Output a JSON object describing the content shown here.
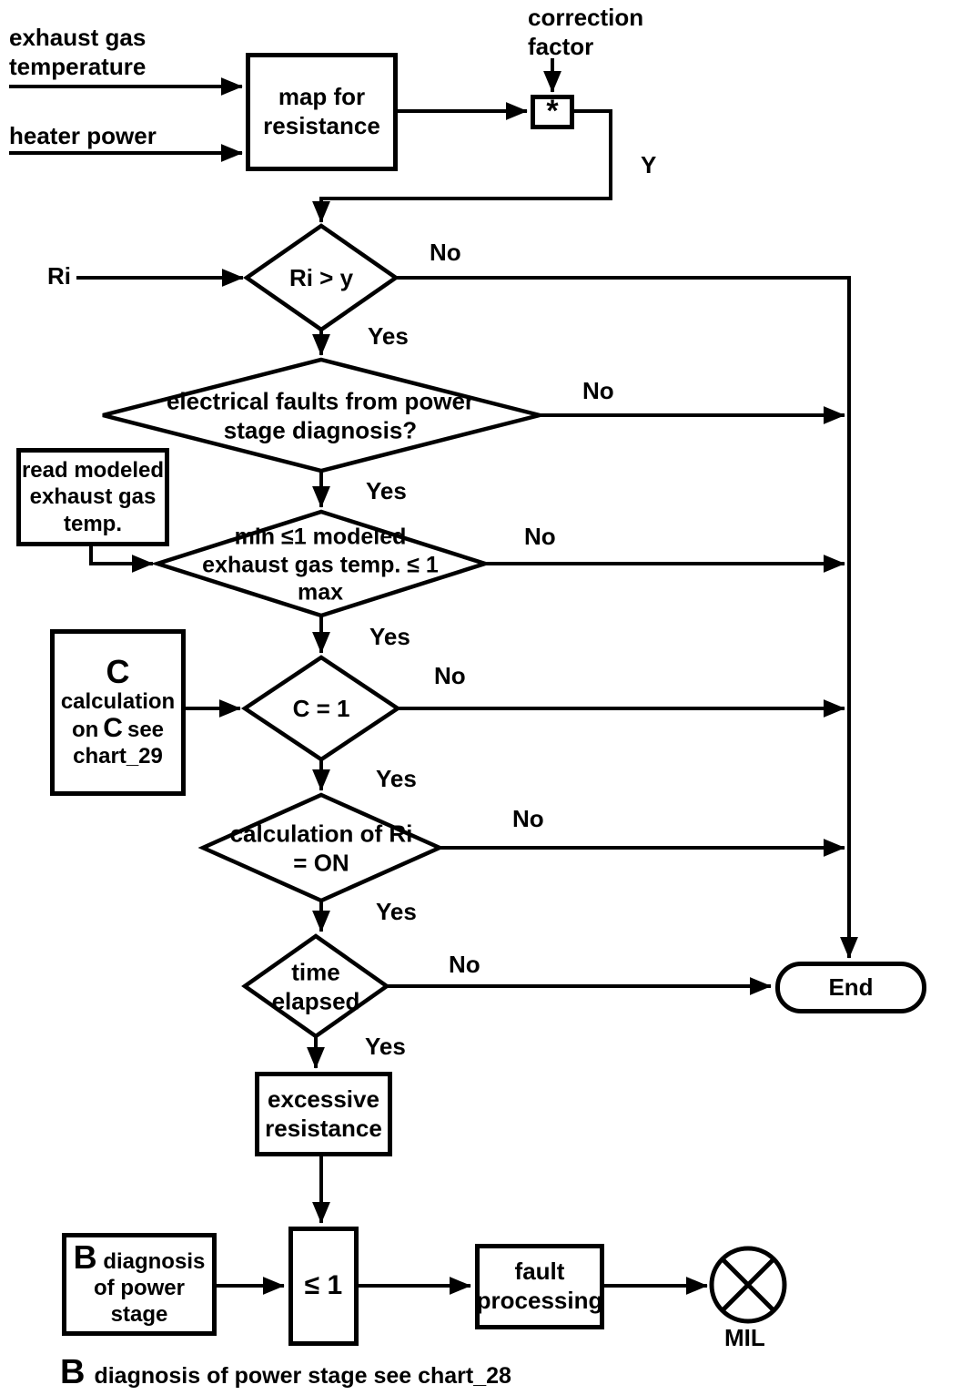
{
  "inputs": {
    "exhaust_gas_temperature": "exhaust gas\ntemperature",
    "heater_power": "heater power",
    "correction_factor": "correction\nfactor",
    "ri": "Ri",
    "y": "Y"
  },
  "boxes": {
    "map_for_resistance": "map for\nresistance",
    "multiply": "*",
    "read_modeled_temp": "read modeled\nexhaust gas\ntemp.",
    "excessive_resistance": "excessive\nresistance",
    "le_one": "≤ 1",
    "fault_processing": "fault\nprocessing",
    "end": "End"
  },
  "c_box": {
    "big": "C",
    "line2": "calculation",
    "line3_pre": "on",
    "line3_big": "C",
    "line3_post": "see",
    "line4": "chart_29"
  },
  "b_box": {
    "big": "B",
    "line1": "diagnosis",
    "line2": "of power",
    "line3": "stage"
  },
  "decisions": {
    "ri_gt_y": {
      "text": "Ri > y",
      "yes": "Yes",
      "no": "No"
    },
    "electrical_faults": {
      "text": "electrical faults from power\nstage diagnosis?",
      "yes": "Yes",
      "no": "No"
    },
    "modeled_temp_in_range": {
      "text": "min ≤1 modeled\nexhaust gas temp. ≤ 1\nmax",
      "yes": "Yes",
      "no": "No"
    },
    "c_equals_one": {
      "text": "C = 1",
      "yes": "Yes",
      "no": "No"
    },
    "calculation_of_ri_on": {
      "text": "calculation of Ri\n= ON",
      "yes": "Yes",
      "no": "No"
    },
    "time_elapsed": {
      "text": "time\nelapsed",
      "yes": "Yes",
      "no": "No"
    }
  },
  "mil": "MIL",
  "caption": {
    "big": "B",
    "text": "diagnosis of power stage see chart_28"
  },
  "colors": {
    "ink": "#000000",
    "paper": "#ffffff"
  }
}
